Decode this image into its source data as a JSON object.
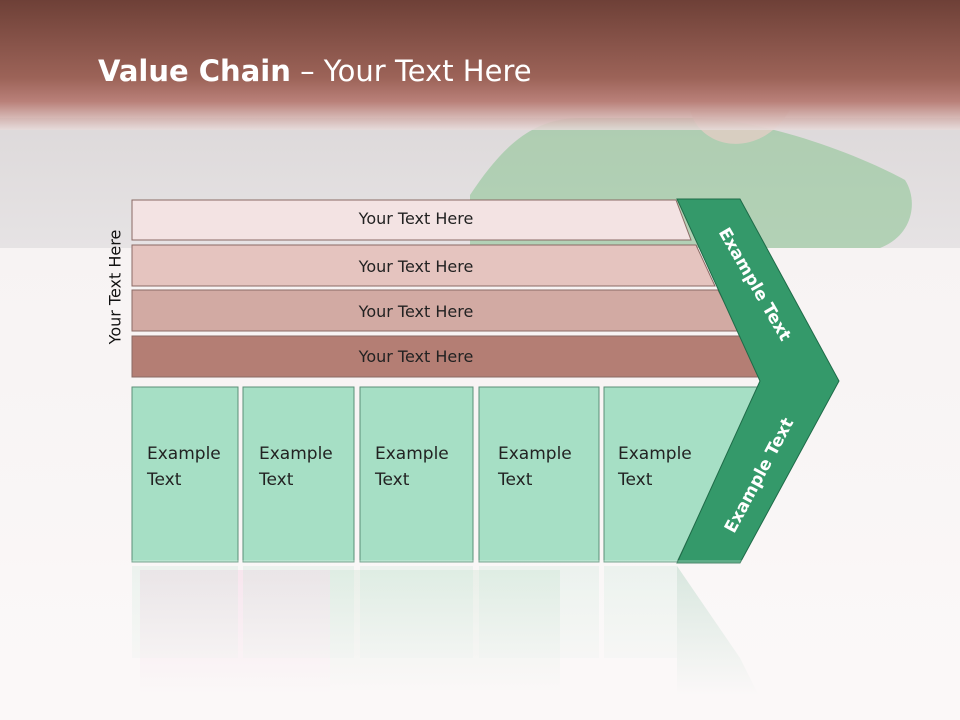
{
  "title": {
    "bold": "Value Chain",
    "rest": " – Your Text Here"
  },
  "side_label": "Your Text Here",
  "rows": [
    "Your Text Here",
    "Your Text Here",
    "Your Text Here",
    "Your Text Here"
  ],
  "columns": [
    {
      "line1": "Example",
      "line2": "Text"
    },
    {
      "line1": "Example",
      "line2": "Text"
    },
    {
      "line1": "Example",
      "line2": "Text"
    },
    {
      "line1": "Example",
      "line2": "Text"
    },
    {
      "line1": "Example",
      "line2": "Text"
    }
  ],
  "chevron": {
    "upper": "Example Text",
    "lower": "Example Text"
  },
  "colors": {
    "row1": "#f3e3e3",
    "row2": "#e5c4bf",
    "row3": "#d2aaa3",
    "row4": "#b47e74",
    "column": "#a6dfc5",
    "chevron": "#34996a",
    "header": "#8a5249"
  }
}
